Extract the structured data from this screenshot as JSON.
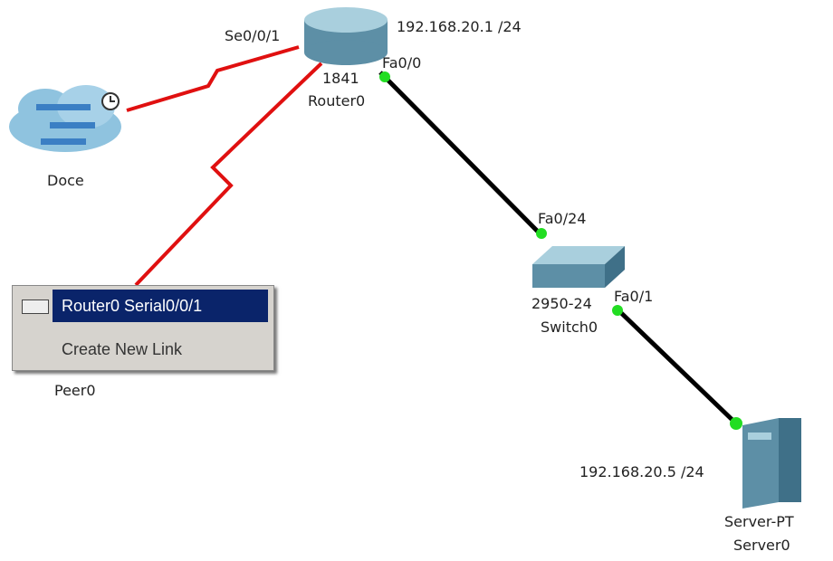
{
  "devices": {
    "router": {
      "model": "1841",
      "name": "Router0",
      "ip": "192.168.20.1 /24",
      "port_serial": "Se0/0/1",
      "port_fa": "Fa0/0"
    },
    "cloud": {
      "name": "Doce"
    },
    "switch": {
      "model": "2950-24",
      "name": "Switch0",
      "port_up": "Fa0/24",
      "port_down": "Fa0/1"
    },
    "server": {
      "model": "Server-PT",
      "name": "Server0",
      "ip": "192.168.20.5 /24"
    },
    "peer": {
      "name": "Peer0"
    }
  },
  "context_menu": {
    "items": [
      {
        "label": "Router0 Serial0/0/1",
        "icon": "serial-port-icon"
      },
      {
        "label": "Create New Link"
      }
    ]
  },
  "colors": {
    "serial": "#e01010",
    "ethernet": "#000000",
    "link_up": "#22dd22",
    "menu_highlight": "#0a246a"
  }
}
